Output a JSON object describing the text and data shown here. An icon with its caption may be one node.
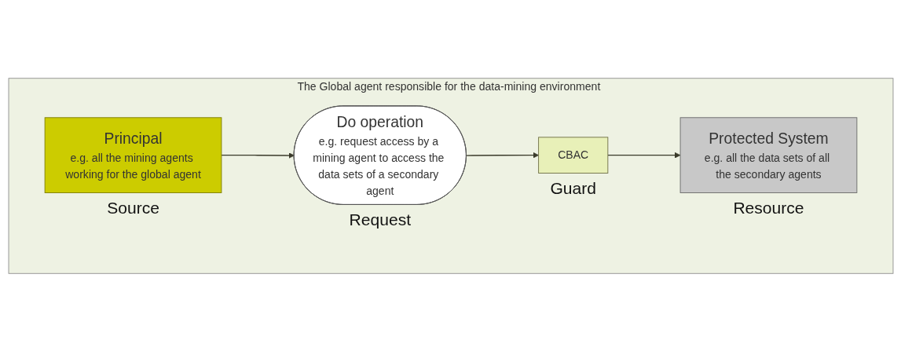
{
  "diagram": {
    "nodes": [
      {
        "text": [
          "The Global agent responsible for the data-mining environment"
        ]
      },
      {
        "text": [
          "Principal",
          "e.g. all the mining agents working for the global agent"
        ],
        "in": 0,
        "beside": [
          "Source"
        ]
      },
      {
        "text": [
          "Do operation",
          "e.g. request access by a mining agent to access the data sets of a secondary agent"
        ],
        "in": 0,
        "beside": [
          "Request"
        ]
      },
      {
        "text": [
          "CBAC"
        ],
        "in": 0,
        "beside": [
          "Guard"
        ]
      },
      {
        "text": [
          "Protected System",
          "e.g. all the data sets of all the secondary agents"
        ],
        "in": 0,
        "beside": [
          "Resource"
        ]
      }
    ],
    "edges": [
      {
        "from": 1,
        "to": 2,
        "arrow": "to"
      },
      {
        "from": 2,
        "to": 3,
        "arrow": "to"
      },
      {
        "from": 3,
        "to": 4,
        "arrow": "to"
      }
    ]
  }
}
